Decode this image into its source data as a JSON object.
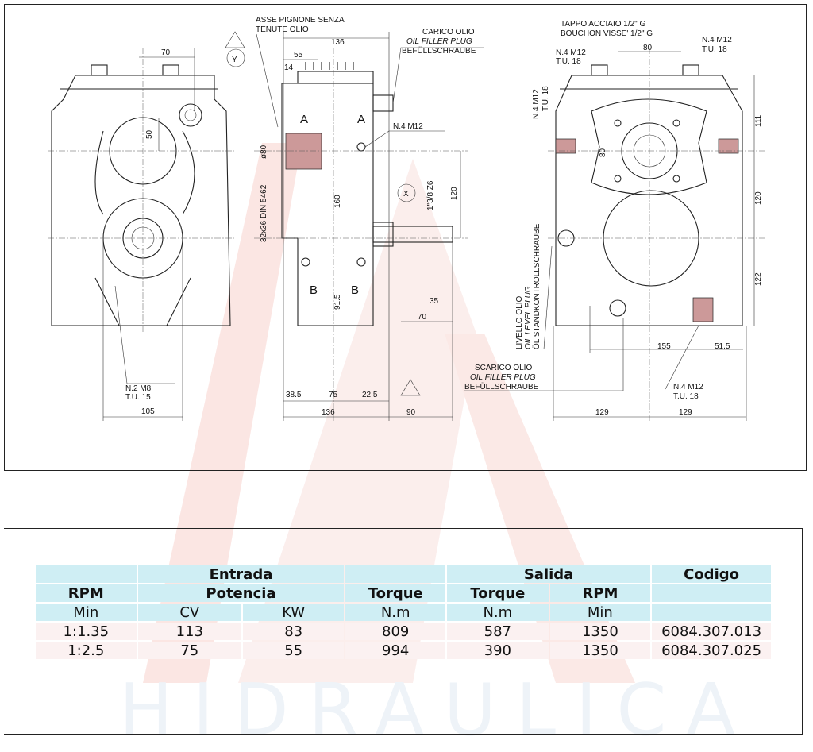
{
  "watermark": {
    "text": "HIDRAULICA",
    "color": "#f7d9d6"
  },
  "drawing": {
    "left_view": {
      "dim_70": "70",
      "dim_50": "50",
      "bolt_note": "N.2 M8",
      "bolt_depth": "T.U. 15",
      "dim_105": "105"
    },
    "side_view": {
      "shaft_note_1": "ASSE PIGNONE SENZA",
      "shaft_note_2": "TENUTE OLIO",
      "dim_136_top": "136",
      "dim_55": "55",
      "dim_14": "14",
      "section_a": "A",
      "section_b": "B",
      "dim_d80": "ø80",
      "spline": "32x36 DIN 5462",
      "dim_160": "160",
      "dim_120": "120",
      "dim_91_5": "91.5",
      "dim_35": "35",
      "dim_70": "70",
      "dim_38_5": "38.5",
      "dim_75": "75",
      "dim_22_5": "22.5",
      "dim_136_bottom": "136",
      "dim_90": "90",
      "filler_1": "CARICO OLIO",
      "filler_2": "OIL FILLER PLUG",
      "filler_3": "BEFÜLLSCHRAUBE",
      "bolt_note": "N.4 M12",
      "output_spline": "1\"3/8 Z6",
      "detail_x": "X",
      "detail_y": "Y"
    },
    "front_view": {
      "plug_1": "TAPPO ACCIAIO 1/2\" G",
      "plug_2": "BOUCHON VISSE' 1/2\" G",
      "dim_80_top": "80",
      "bolt_tl": "N.4 M12",
      "bolt_tl_depth": "T.U. 18",
      "bolt_tr": "N.4 M12",
      "bolt_tr_depth": "T.U. 18",
      "bolt_side": "N.4 M12",
      "bolt_side_depth": "T.U. 18",
      "dim_80_side": "80",
      "dim_111": "111",
      "dim_120": "120",
      "dim_122": "122",
      "level_1": "LIVELLO OLIO",
      "level_2": "OIL LEVEL PLUG",
      "level_3": "ÖL STANDKONTROLLSCHRAUBE",
      "dim_155": "155",
      "dim_51_5": "51.5",
      "drain_1": "SCARICO OLIO",
      "drain_2": "OIL FILLER PLUG",
      "drain_3": "BEFÜLLSCHRAUBE",
      "bolt_bottom": "N.4 M12",
      "bolt_bottom_depth": "T.U. 18",
      "dim_129_left": "129",
      "dim_129_right": "129"
    }
  },
  "table": {
    "header_row1": {
      "entrada": "Entrada",
      "salida": "Salida",
      "codigo": "Codigo"
    },
    "header_row2": {
      "rpm": "RPM",
      "potencia": "Potencia",
      "torque_in": "Torque",
      "torque_out": "Torque",
      "rpm_out": "RPM"
    },
    "units": [
      "Min",
      "CV",
      "KW",
      "N.m",
      "N.m",
      "Min"
    ],
    "rows": [
      [
        "1:1.35",
        "113",
        "83",
        "809",
        "587",
        "1350",
        "6084.307.013"
      ],
      [
        "1:2.5",
        "75",
        "55",
        "994",
        "390",
        "1350",
        "6084.307.025"
      ]
    ],
    "header_color": "#cfeef4"
  }
}
